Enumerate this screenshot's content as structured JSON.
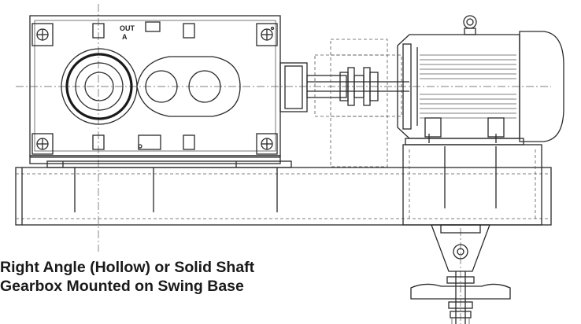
{
  "caption": {
    "line1": "Right Angle (Hollow) or Solid Shaft",
    "line2": "Gearbox Mounted on Swing Base"
  },
  "gearbox": {
    "stamp_top": "OUT",
    "stamp_bottom": "A"
  }
}
